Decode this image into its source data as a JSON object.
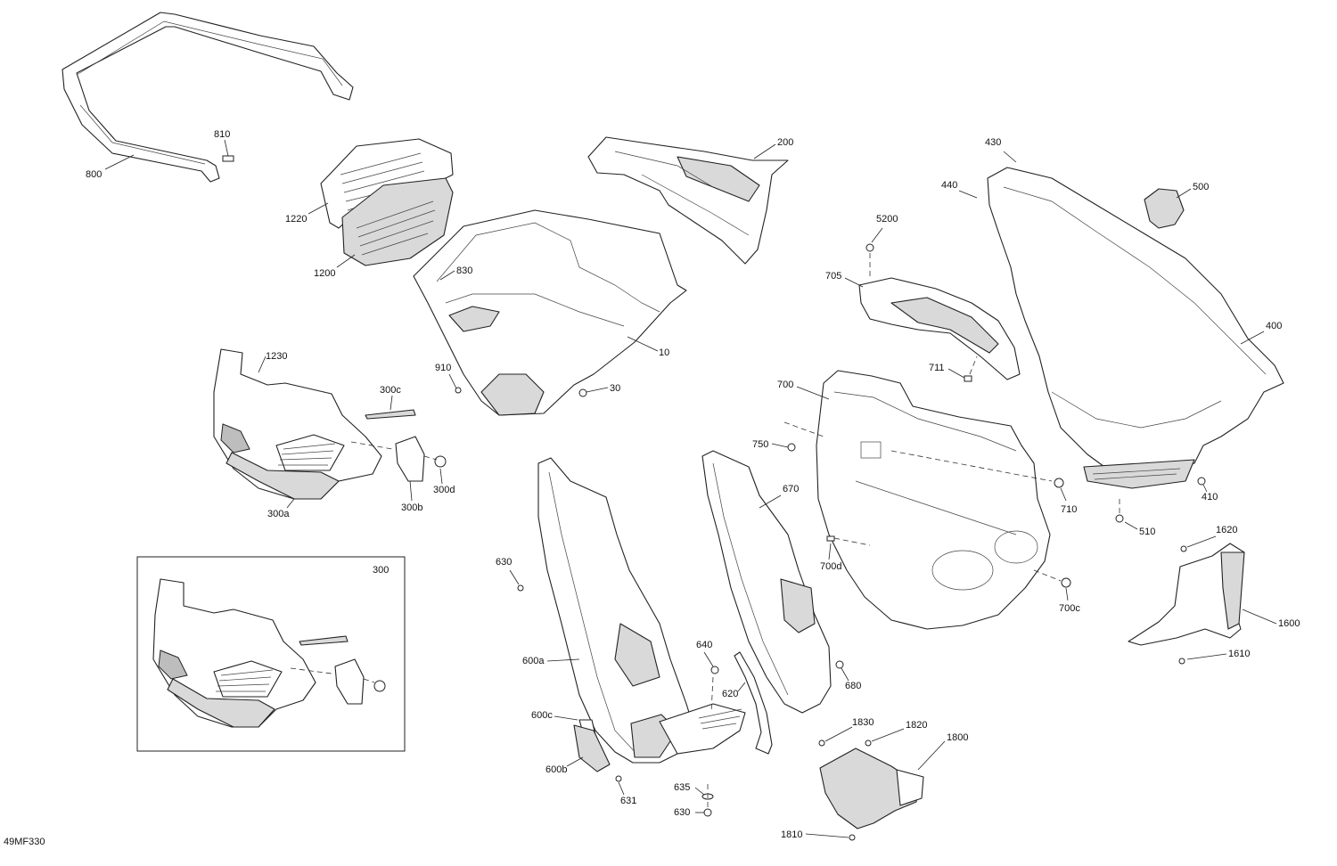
{
  "diagram": {
    "drawing_id": "49MF330",
    "inset_label": "300",
    "callouts": {
      "c800": "800",
      "c810": "810",
      "c1220": "1220",
      "c1200": "1200",
      "c200": "200",
      "c830": "830",
      "c10": "10",
      "c910": "910",
      "c30": "30",
      "c1230": "1230",
      "c300c": "300c",
      "c300a": "300a",
      "c300b": "300b",
      "c300d": "300d",
      "c430": "430",
      "c440": "440",
      "c500": "500",
      "c5200": "5200",
      "c705": "705",
      "c400": "400",
      "c711": "711",
      "c700": "700",
      "c750": "750",
      "c670": "670",
      "c710": "710",
      "c410": "410",
      "c510": "510",
      "c700d": "700d",
      "c630a": "630",
      "c700c": "700c",
      "c1620": "1620",
      "c1600": "1600",
      "c1610": "1610",
      "c640": "640",
      "c600a": "600a",
      "c620": "620",
      "c680": "680",
      "c600c": "600c",
      "c600b": "600b",
      "c1830": "1830",
      "c1820": "1820",
      "c1800": "1800",
      "c635": "635",
      "c631": "631",
      "c630b": "630",
      "c1810": "1810"
    }
  }
}
